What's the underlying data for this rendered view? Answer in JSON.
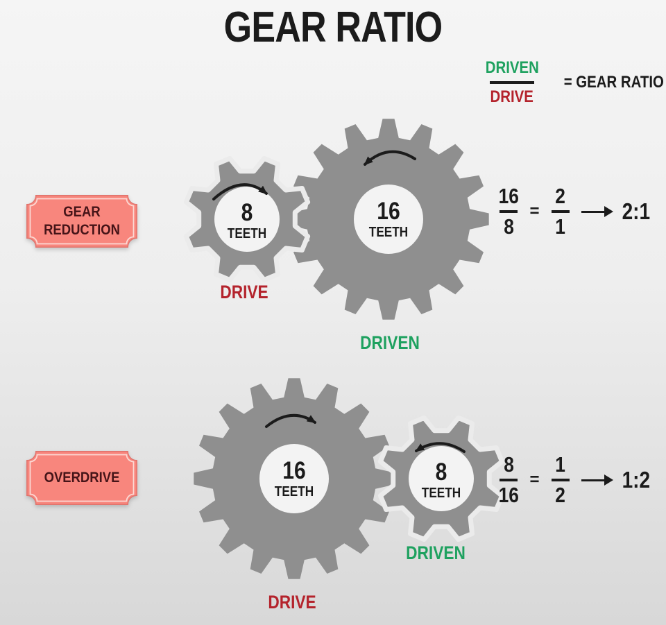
{
  "title": "GEAR RATIO",
  "legend": {
    "numerator": "DRIVEN",
    "denominator": "DRIVE",
    "equals_text": "= GEAR RATIO"
  },
  "colors": {
    "green": "#1ea15f",
    "red": "#b4232c",
    "ink": "#1b1b1b",
    "gear_gray": "#8f8f8f",
    "gear_hole": "#f3f3f3",
    "mesh_gap": "#ebebeb",
    "plaque_fill": "#f8867d",
    "plaque_border": "#e0746d",
    "plaque_inner_line": "#fbd9d4",
    "plaque_text": "#451418",
    "background_top": "#f5f5f5",
    "background_bottom": "#d8d8d8"
  },
  "rows": [
    {
      "label": "GEAR REDUCTION",
      "gears": [
        {
          "teeth": "8",
          "teeth_word": "TEETH",
          "role": "DRIVE",
          "rotation": "clockwise"
        },
        {
          "teeth": "16",
          "teeth_word": "TEETH",
          "role": "DRIVEN",
          "rotation": "counterclockwise"
        }
      ],
      "equation": {
        "num1": "16",
        "den1": "8",
        "eq": "=",
        "num2": "2",
        "den2": "1",
        "result": "2:1"
      }
    },
    {
      "label": "OVERDRIVE",
      "gears": [
        {
          "teeth": "16",
          "teeth_word": "TEETH",
          "role": "DRIVE",
          "rotation": "clockwise"
        },
        {
          "teeth": "8",
          "teeth_word": "TEETH",
          "role": "DRIVEN",
          "rotation": "counterclockwise"
        }
      ],
      "equation": {
        "num1": "8",
        "den1": "16",
        "eq": "=",
        "num2": "1",
        "den2": "2",
        "result": "1:2"
      }
    }
  ]
}
